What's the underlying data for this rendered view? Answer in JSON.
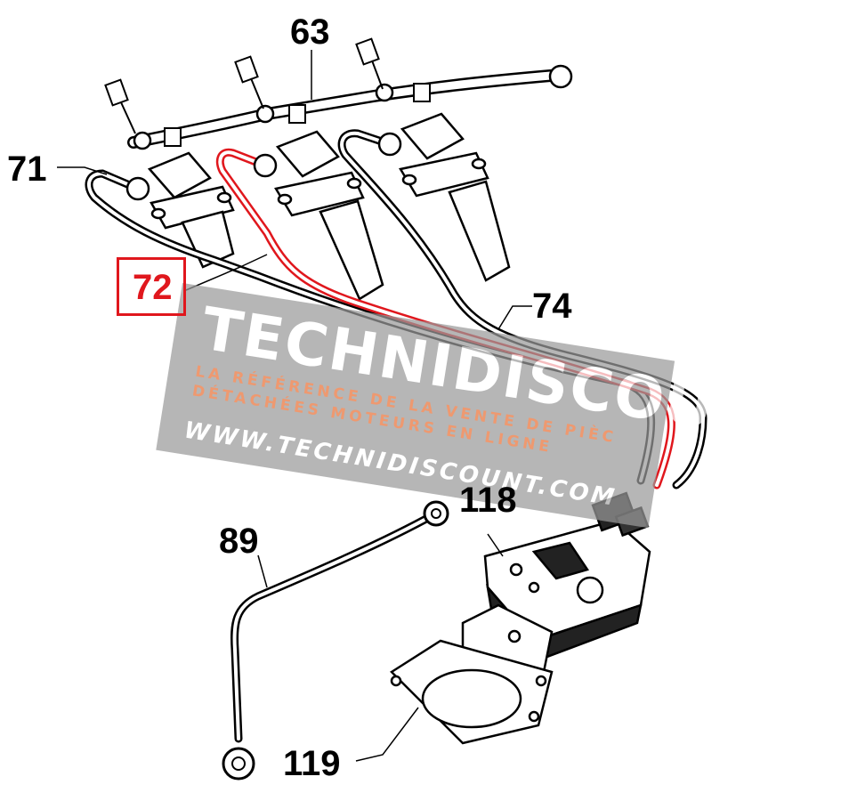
{
  "callouts": {
    "c63": "63",
    "c71": "71",
    "c72": "72",
    "c74": "74",
    "c89": "89",
    "c118": "118",
    "c119": "119"
  },
  "watermark": {
    "brand": "TECHNIDISCOUNT",
    "tagline_1": "LA RÉFÉRENCE DE LA VENTE DE PIÈC",
    "tagline_2": "DÉTACHÉES MOTEURS EN LIGNE",
    "url": "WWW.TECHNIDISCOUNT.COM"
  },
  "colors": {
    "highlight": "#e0171d",
    "line": "#000000",
    "watermark_panel": "#9a9a9a",
    "watermark_accent": "#e8733a"
  }
}
